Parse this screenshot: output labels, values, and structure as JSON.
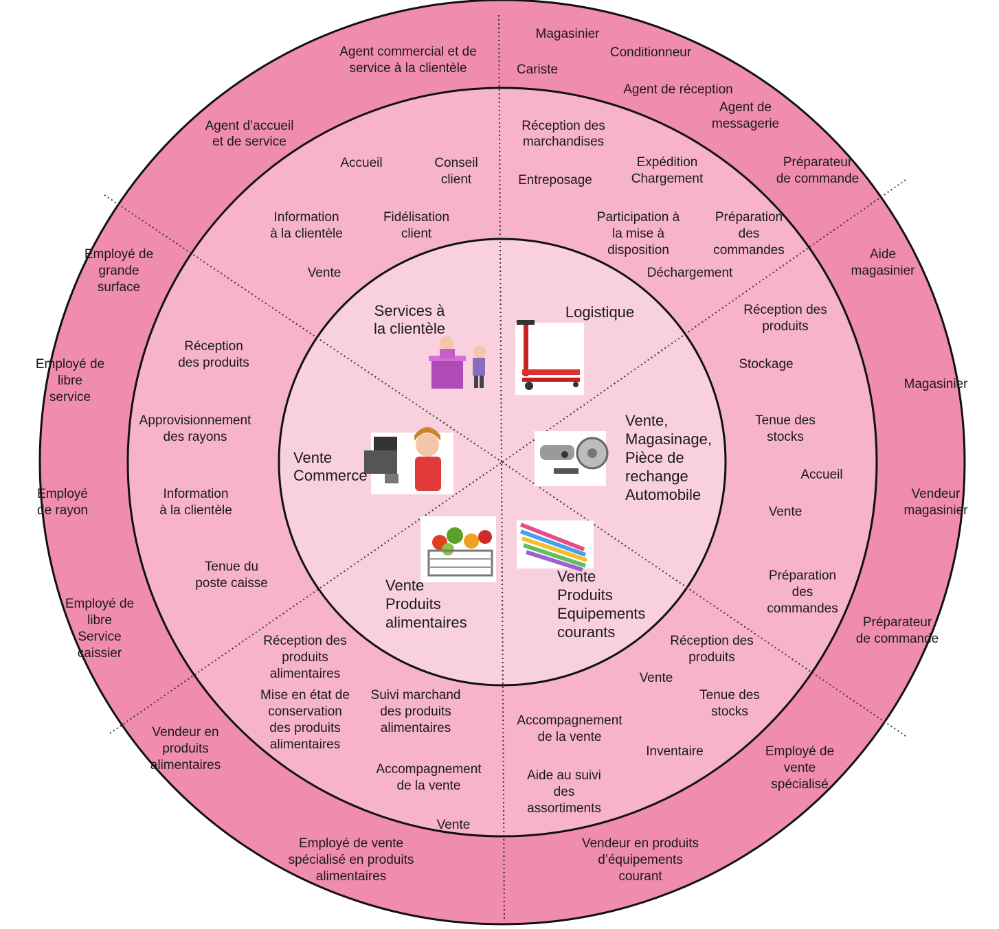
{
  "colors": {
    "outer_ring": "#f08cb0",
    "middle_ring": "#f6b3cb",
    "inner_disc": "#f9d0dd",
    "border": "#111111",
    "divider": "#333333"
  },
  "sectors": {
    "services": {
      "title": [
        "Services à",
        "la clientèle"
      ],
      "icon": "reception-desk-icon",
      "activities": {
        "accueil": [
          "Accueil"
        ],
        "conseil": [
          "Conseil",
          "client"
        ],
        "information": [
          "Information",
          "à la clientèle"
        ],
        "fidelisation": [
          "Fidélisation",
          "client"
        ],
        "vente": [
          "Vente"
        ]
      },
      "jobs": {
        "agent_commercial": [
          "Agent commercial et de",
          "service à la clientèle"
        ],
        "agent_accueil": [
          "Agent d’accueil",
          "et de service"
        ]
      }
    },
    "logistique": {
      "title": [
        "Logistique"
      ],
      "icon": "pallet-jack-icon",
      "activities": {
        "reception": [
          "Réception des",
          "marchandises"
        ],
        "entreposage": [
          "Entreposage"
        ],
        "expedition": [
          "Expédition",
          "Chargement"
        ],
        "participation": [
          "Participation à",
          "la mise à",
          "disposition"
        ],
        "preparation": [
          "Préparation",
          "des",
          "commandes"
        ],
        "dechargement": [
          "Déchargement"
        ]
      },
      "jobs": {
        "magasinier": [
          "Magasinier"
        ],
        "conditionneur": [
          "Conditionneur"
        ],
        "cariste": [
          "Cariste"
        ],
        "agent_reception": [
          "Agent de réception"
        ],
        "agent_messagerie": [
          "Agent de",
          "messagerie"
        ],
        "preparateur": [
          "Préparateur",
          "de commande"
        ]
      }
    },
    "automobile": {
      "title": [
        "Vente,",
        "Magasinage,",
        "Pièce de",
        "rechange",
        "Automobile"
      ],
      "icon": "car-parts-icon",
      "activities": {
        "reception": [
          "Réception des",
          "produits"
        ],
        "stockage": [
          "Stockage"
        ],
        "tenue": [
          "Tenue des",
          "stocks"
        ],
        "accueil": [
          "Accueil"
        ],
        "vente": [
          "Vente"
        ],
        "preparation": [
          "Préparation",
          "des",
          "commandes"
        ]
      },
      "jobs": {
        "aide": [
          "Aide",
          "magasinier"
        ],
        "magasinier": [
          "Magasinier"
        ],
        "vendeur": [
          "Vendeur",
          "magasinier"
        ],
        "preparateur": [
          "Préparateur",
          "de commande"
        ]
      }
    },
    "equipements": {
      "title": [
        "Vente",
        "Produits",
        "Equipements",
        "courants"
      ],
      "icon": "colored-pencils-icon",
      "activities": {
        "reception": [
          "Réception des",
          "produits"
        ],
        "vente": [
          "Vente"
        ],
        "tenue": [
          "Tenue des",
          "stocks"
        ],
        "accompagnement": [
          "Accompagnement",
          "de la vente"
        ],
        "inventaire": [
          "Inventaire"
        ],
        "aide": [
          "Aide au suivi",
          "des",
          "assortiments"
        ]
      },
      "jobs": {
        "employe_vente": [
          "Employé de",
          "vente",
          "spécialisé"
        ],
        "vendeur": [
          "Vendeur en produits",
          "d’équipements",
          "courant"
        ]
      }
    },
    "alimentaires": {
      "title": [
        "Vente",
        "Produits",
        "alimentaires"
      ],
      "icon": "grocery-basket-icon",
      "activities": {
        "reception": [
          "Réception des",
          "produits",
          "alimentaires"
        ],
        "mise_en_etat": [
          "Mise en état de",
          "conservation",
          "des produits",
          "alimentaires"
        ],
        "suivi": [
          "Suivi marchand",
          "des produits",
          "alimentaires"
        ],
        "accompagnement": [
          "Accompagnement",
          "de la vente"
        ],
        "vente": [
          "Vente"
        ]
      },
      "jobs": {
        "vendeur": [
          "Vendeur en",
          "produits",
          "alimentaires"
        ],
        "employe_vente": [
          "Employé de vente",
          "spécialisé en produits",
          "alimentaires"
        ]
      }
    },
    "commerce": {
      "title": [
        "Vente",
        "Commerce"
      ],
      "icon": "cashier-icon",
      "activities": {
        "reception": [
          "Réception",
          "des produits"
        ],
        "approvisionnement": [
          "Approvisionnement",
          "des rayons"
        ],
        "information": [
          "Information",
          "à la clientèle"
        ],
        "tenue": [
          "Tenue du",
          "poste caisse"
        ]
      },
      "jobs": {
        "grande_surface": [
          "Employé de",
          "grande",
          "surface"
        ],
        "libre_service": [
          "Employé de",
          "libre",
          "service"
        ],
        "rayon": [
          "Employé",
          "de rayon"
        ],
        "caissier": [
          "Employé de",
          "libre",
          "Service",
          "caissier"
        ]
      }
    }
  }
}
